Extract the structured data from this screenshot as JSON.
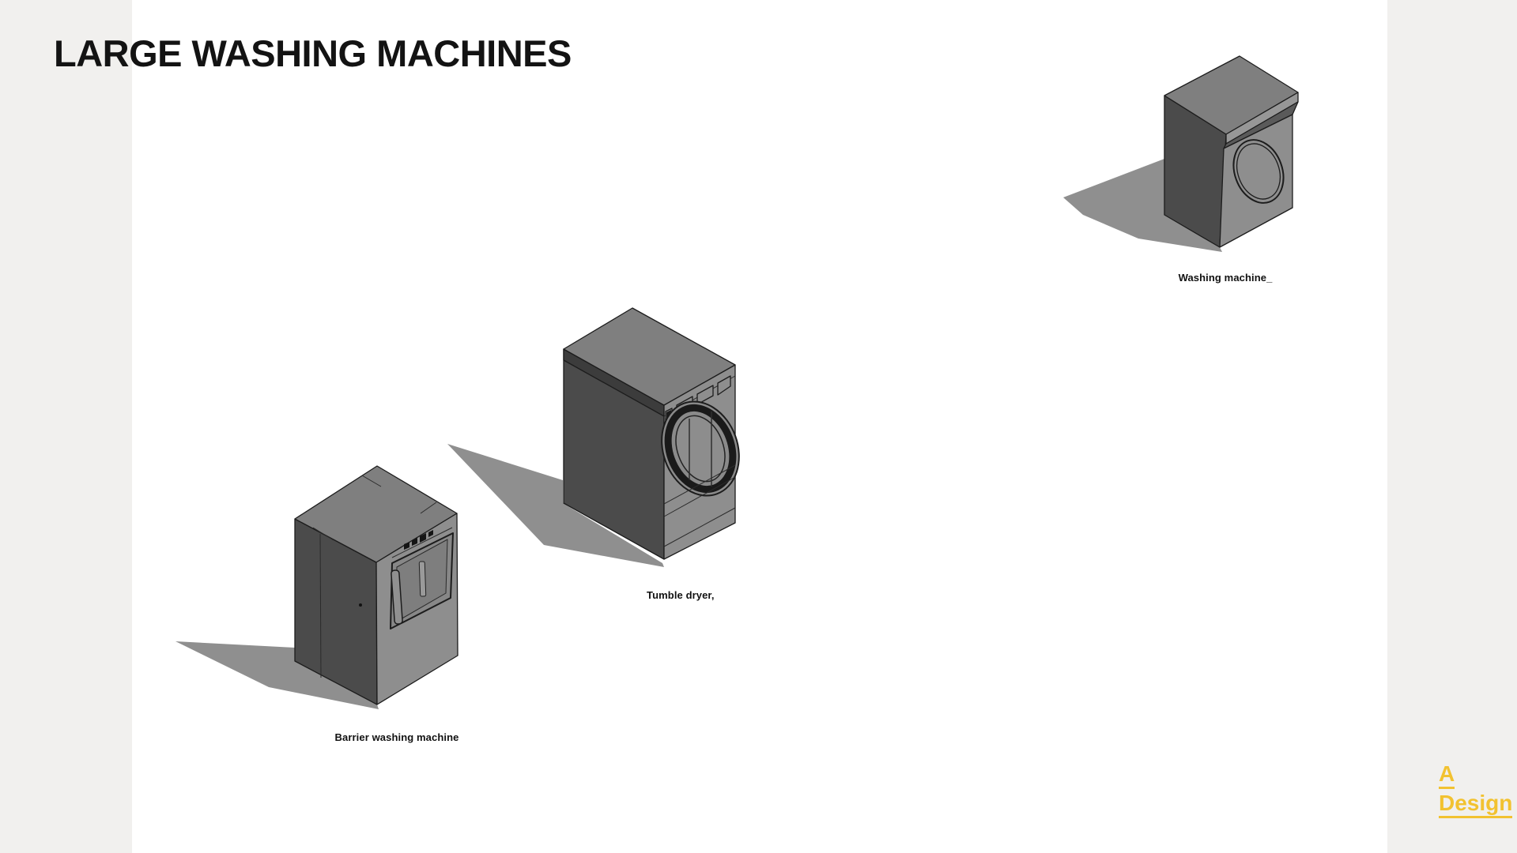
{
  "page": {
    "title": "LARGE WASHING MACHINES"
  },
  "products": [
    {
      "name": "washing-machine",
      "label": "Washing machine_"
    },
    {
      "name": "tumble-dryer",
      "label": "Tumble dryer,"
    },
    {
      "name": "barrier-washing-machine",
      "label": "Barrier washing machine"
    }
  ],
  "logo": {
    "line1": "A",
    "line2": "Design"
  },
  "colors": {
    "background": "#ffffff",
    "margin_strip": "#f1f0ee",
    "title_text": "#131313",
    "label_text": "#111111",
    "logo_accent": "#f2c230",
    "machine_face_dark": "#4b4b4b",
    "machine_face_dark_band": "#3c3c3c",
    "machine_face_top": "#7f7f7f",
    "machine_face_front": "#8e8e8e",
    "machine_outline": "#1c1c1c",
    "shadow": "#8f8f8f"
  }
}
